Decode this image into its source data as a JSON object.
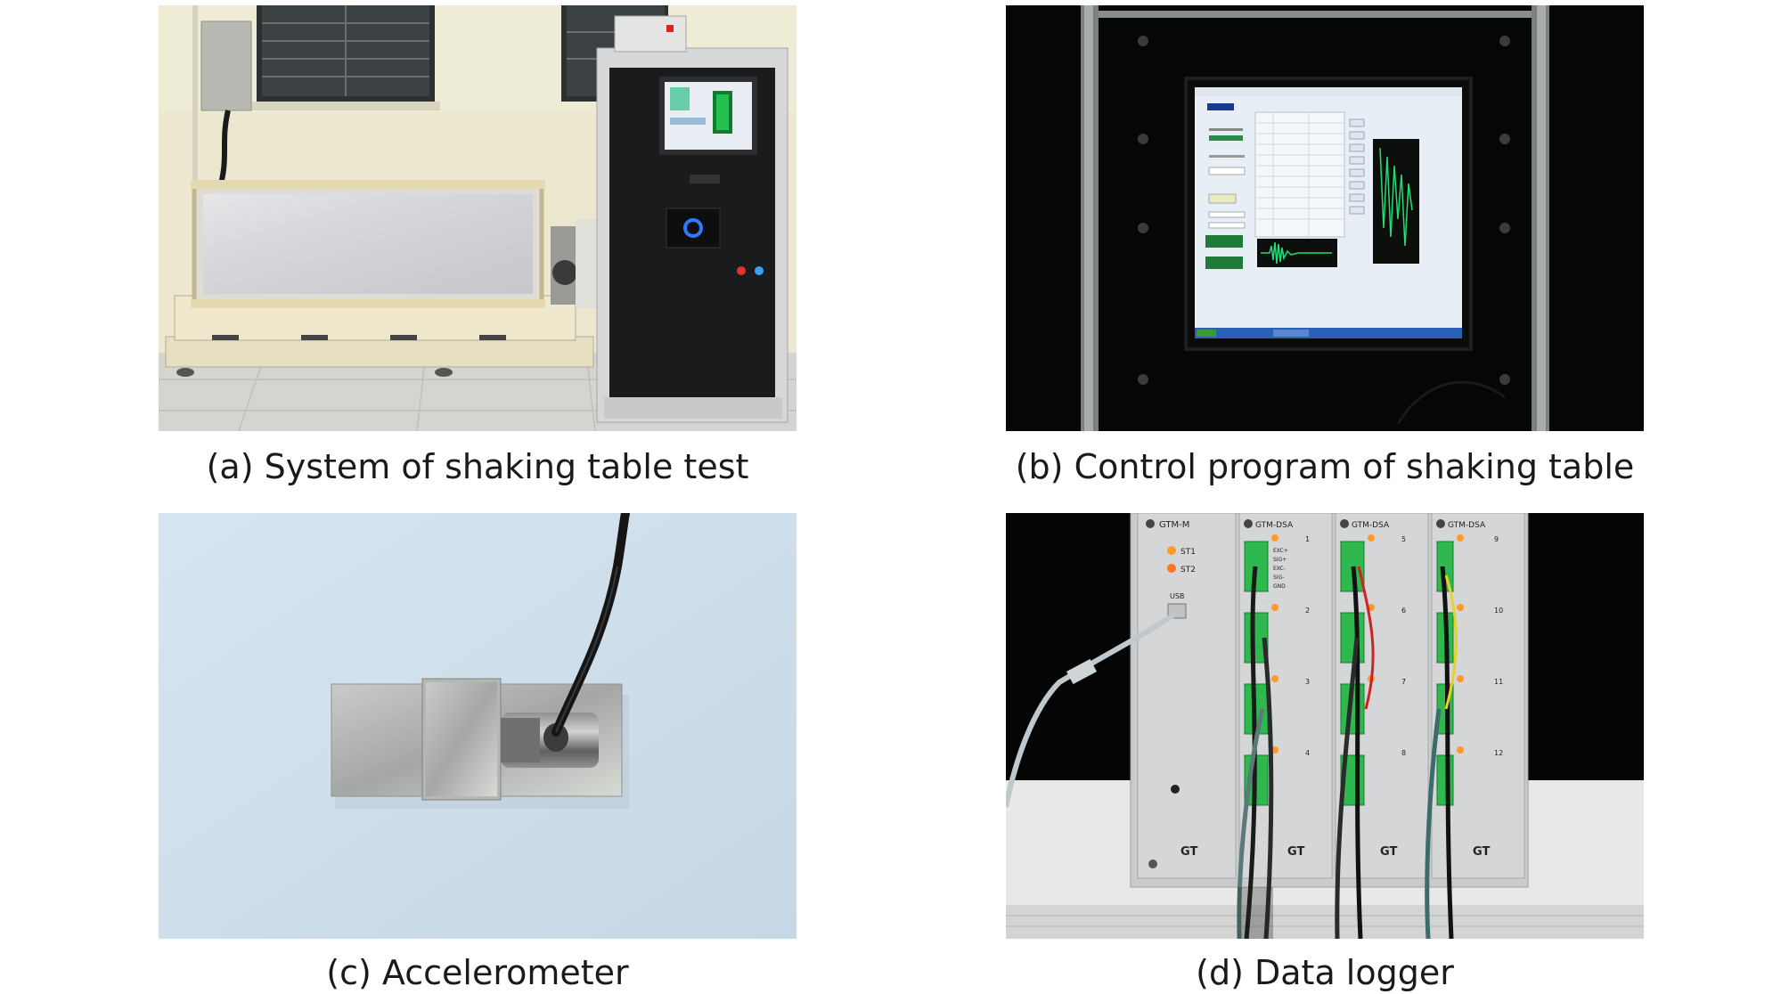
{
  "figures": [
    {
      "id": "a",
      "caption": "(a) System of shaking table test"
    },
    {
      "id": "b",
      "caption": "(b) Control program of shaking table"
    },
    {
      "id": "c",
      "caption": "(c) Accelerometer"
    },
    {
      "id": "d",
      "caption": "(d) Data logger"
    }
  ],
  "logger": {
    "module_main": "GTM-M",
    "module_dsa": "GTM-DSA",
    "st1": "ST1",
    "st2": "ST2",
    "usb": "USB",
    "brand": "GT",
    "pin_labels": [
      "EXC+",
      "SIG+",
      "EXC-",
      "SIG-",
      "GND"
    ],
    "channels_col1": [
      "1",
      "2",
      "3",
      "4"
    ],
    "channels_col2": [
      "5",
      "6",
      "7",
      "8"
    ],
    "channels_col3": [
      "9",
      "10",
      "11",
      "12"
    ]
  },
  "colors": {
    "wall": "#e8e4cc",
    "cabinet": "#d9dadb",
    "screen_bg": "#e7eef7",
    "waveform": "#22dd77",
    "led": "#ff9a2a",
    "terminal": "#2eb84e",
    "backdrop_c": "#cfe0ec"
  }
}
